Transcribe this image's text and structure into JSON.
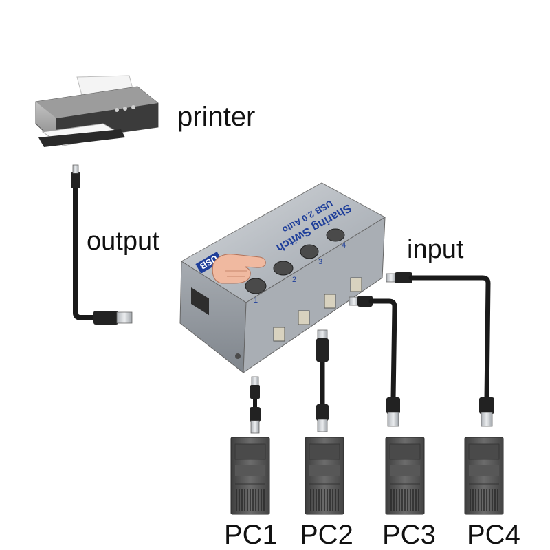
{
  "labels": {
    "printer": "printer",
    "output": "output",
    "input": "input"
  },
  "device": {
    "brand": "USB",
    "model_line1": "USB 2.0 Auto",
    "model_line2": "Sharing Switch",
    "port_numbers": [
      "1",
      "2",
      "3",
      "4"
    ]
  },
  "computers": [
    {
      "label": "PC1"
    },
    {
      "label": "PC2"
    },
    {
      "label": "PC3"
    },
    {
      "label": "PC4"
    }
  ],
  "colors": {
    "device_body": "#b9bec4",
    "device_print": "#1f3f9a",
    "cable": "#1a1a1a",
    "connector_metal": "#c9ccd0",
    "tower": "#5a5a5a"
  }
}
